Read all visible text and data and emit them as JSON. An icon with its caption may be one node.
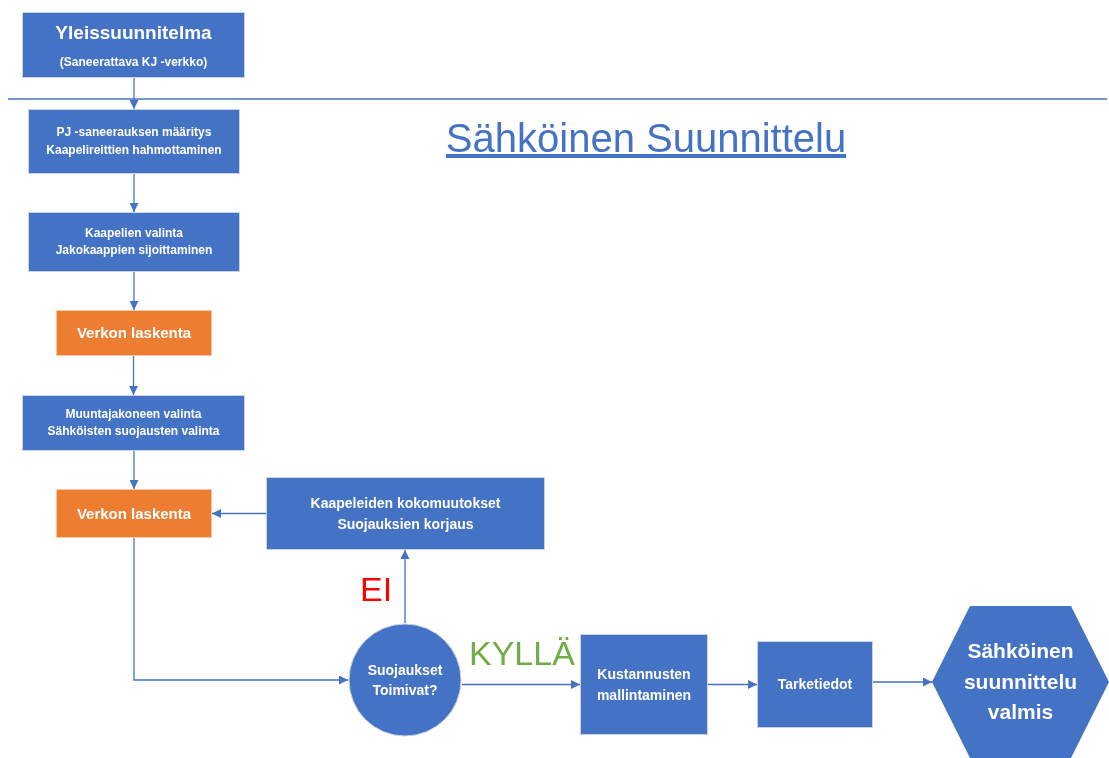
{
  "diagram": {
    "title": "Sähköinen Suunnittelu",
    "nodes": [
      {
        "text": [
          "Yleissuunnitelma",
          "(Saneerattava KJ -verkko)"
        ]
      },
      {
        "text": [
          "PJ -saneerauksen määritys",
          "Kaapelireittien hahmottaminen"
        ]
      },
      {
        "text": [
          "Kaapelien valinta",
          "Jakokaappien sijoittaminen"
        ]
      },
      {
        "text": [
          "Verkon laskenta"
        ]
      },
      {
        "text": [
          "Muuntajakoneen valinta",
          "Sähköisten suojausten valinta"
        ]
      },
      {
        "text": [
          "Verkon laskenta"
        ]
      },
      {
        "text": [
          "Kaapeleiden kokomuutokset",
          "Suojauksien korjaus"
        ]
      },
      {
        "text": [
          "Suojaukset Toimivat?"
        ]
      },
      {
        "text": [
          "Kustannusten mallintaminen"
        ]
      },
      {
        "text": [
          "Tarketiedot"
        ]
      },
      {
        "text": [
          "Sähköinen suunnittelu valmis"
        ]
      }
    ],
    "edges": [
      {
        "from": 0,
        "to": 1,
        "arrow": "to"
      },
      {
        "from": 1,
        "to": 2,
        "arrow": "to"
      },
      {
        "from": 2,
        "to": 3,
        "arrow": "to"
      },
      {
        "from": 3,
        "to": 4,
        "arrow": "to"
      },
      {
        "from": 4,
        "to": 5,
        "arrow": "to"
      },
      {
        "from": 6,
        "to": 5,
        "arrow": "to"
      },
      {
        "from": 5,
        "to": 7,
        "arrow": "to"
      },
      {
        "from": 7,
        "to": 6,
        "arrow": "to",
        "label": "EI"
      },
      {
        "from": 7,
        "to": 8,
        "arrow": "to",
        "label": "KYLLÄ"
      },
      {
        "from": 8,
        "to": 9,
        "arrow": "to"
      },
      {
        "from": 9,
        "to": 10,
        "arrow": "to"
      }
    ]
  }
}
